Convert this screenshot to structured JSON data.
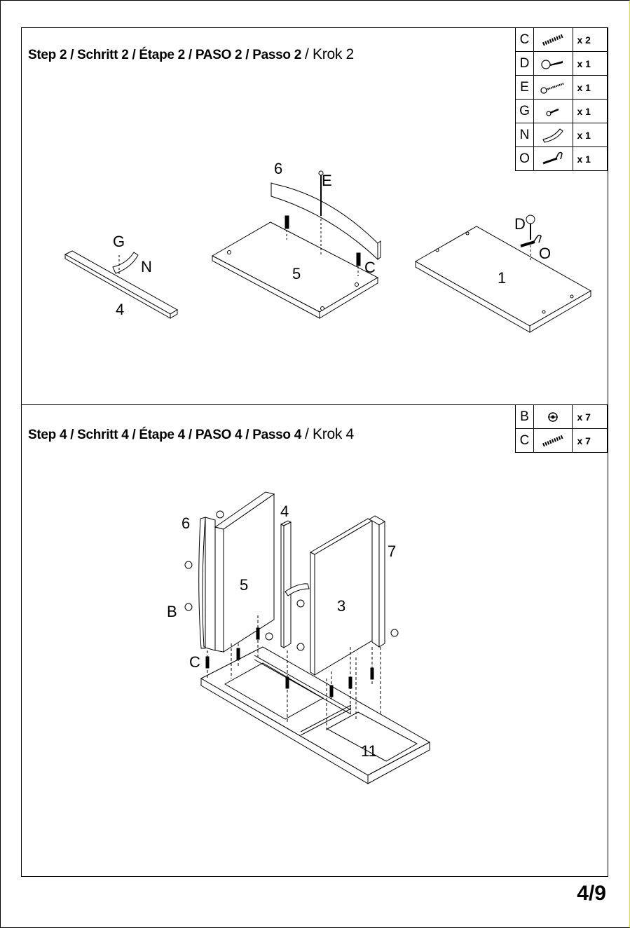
{
  "step2": {
    "title_bold": "Step 2 / Schritt 2 / Étape 2 / PASO 2 / Passo 2",
    "title_light": "/ Krok 2",
    "parts": [
      {
        "letter": "C",
        "icon": "dowel-icon",
        "qty": "x 2"
      },
      {
        "letter": "D",
        "icon": "cam-bolt-icon",
        "qty": "x 1"
      },
      {
        "letter": "E",
        "icon": "screw-icon",
        "qty": "x 1"
      },
      {
        "letter": "G",
        "icon": "small-screw-icon",
        "qty": "x 1"
      },
      {
        "letter": "N",
        "icon": "bracket-icon",
        "qty": "x 1"
      },
      {
        "letter": "O",
        "icon": "hook-icon",
        "qty": "x 1"
      }
    ],
    "labels": {
      "panel6": "6",
      "partE": "E",
      "partD": "D",
      "partO": "O",
      "partG": "G",
      "partN": "N",
      "partC": "C",
      "panel5": "5",
      "panel1": "1",
      "panel4": "4"
    }
  },
  "step4": {
    "title_bold": "Step 4 / Schritt 4 / Étape 4 / PASO 4 / Passo 4",
    "title_light": "/ Krok 4",
    "parts": [
      {
        "letter": "B",
        "icon": "cam-lock-icon",
        "qty": "x 7"
      },
      {
        "letter": "C",
        "icon": "dowel-icon",
        "qty": "x 7"
      }
    ],
    "labels": {
      "panel6": "6",
      "panel4": "4",
      "panel7": "7",
      "panel5": "5",
      "panel3": "3",
      "partB": "B",
      "partC": "C",
      "panel11": "11"
    }
  },
  "page_number": "4/9"
}
